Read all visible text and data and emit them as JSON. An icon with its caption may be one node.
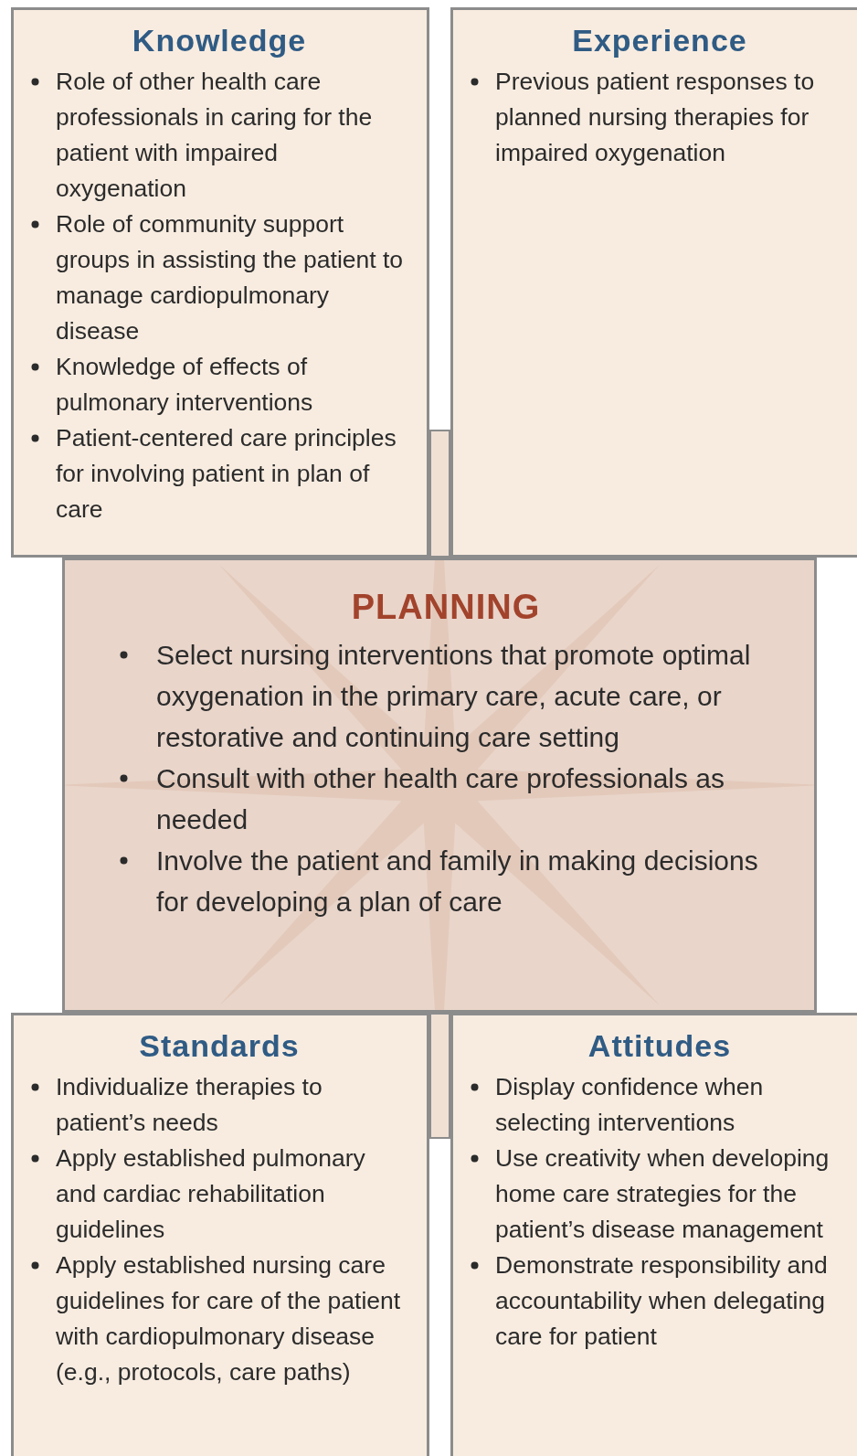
{
  "diagram": {
    "nodes": [
      {
        "text": [
          "Knowledge",
          "Role of other health care professionals in caring for the patient with impaired oxygenation",
          "Role of community support groups in assisting the patient to manage cardiopulmonary disease",
          "Knowledge of effects of pulmonary interventions",
          "Patient-centered care principles for involving patient in plan of care"
        ]
      },
      {
        "text": [
          "Experience",
          "Previous patient responses to planned nursing therapies for impaired oxygenation"
        ]
      },
      {
        "text": [
          "PLANNING",
          "Select nursing interventions that promote optimal oxygenation in the primary care, acute care, or restorative and continuing care setting",
          "Consult with other health care professionals as needed",
          "Involve the patient and family in making decisions for developing a plan of care"
        ]
      },
      {
        "text": [
          "Standards",
          "Individualize therapies to patient’s needs",
          "Apply established pulmonary and cardiac rehabilitation guidelines",
          "Apply established nursing care guidelines for care of the patient with cardiopulmonary disease (e.g., protocols, care paths)"
        ]
      },
      {
        "text": [
          "Attitudes",
          "Display confidence when selecting interventions",
          "Use creativity when developing home care strategies for the patient’s disease management",
          "Demonstrate responsibility and accountability when delegating care for patient"
        ]
      },
      {
        "text": [],
        "shape": "bar"
      },
      {
        "text": [],
        "shape": "bar"
      }
    ],
    "edges": []
  }
}
